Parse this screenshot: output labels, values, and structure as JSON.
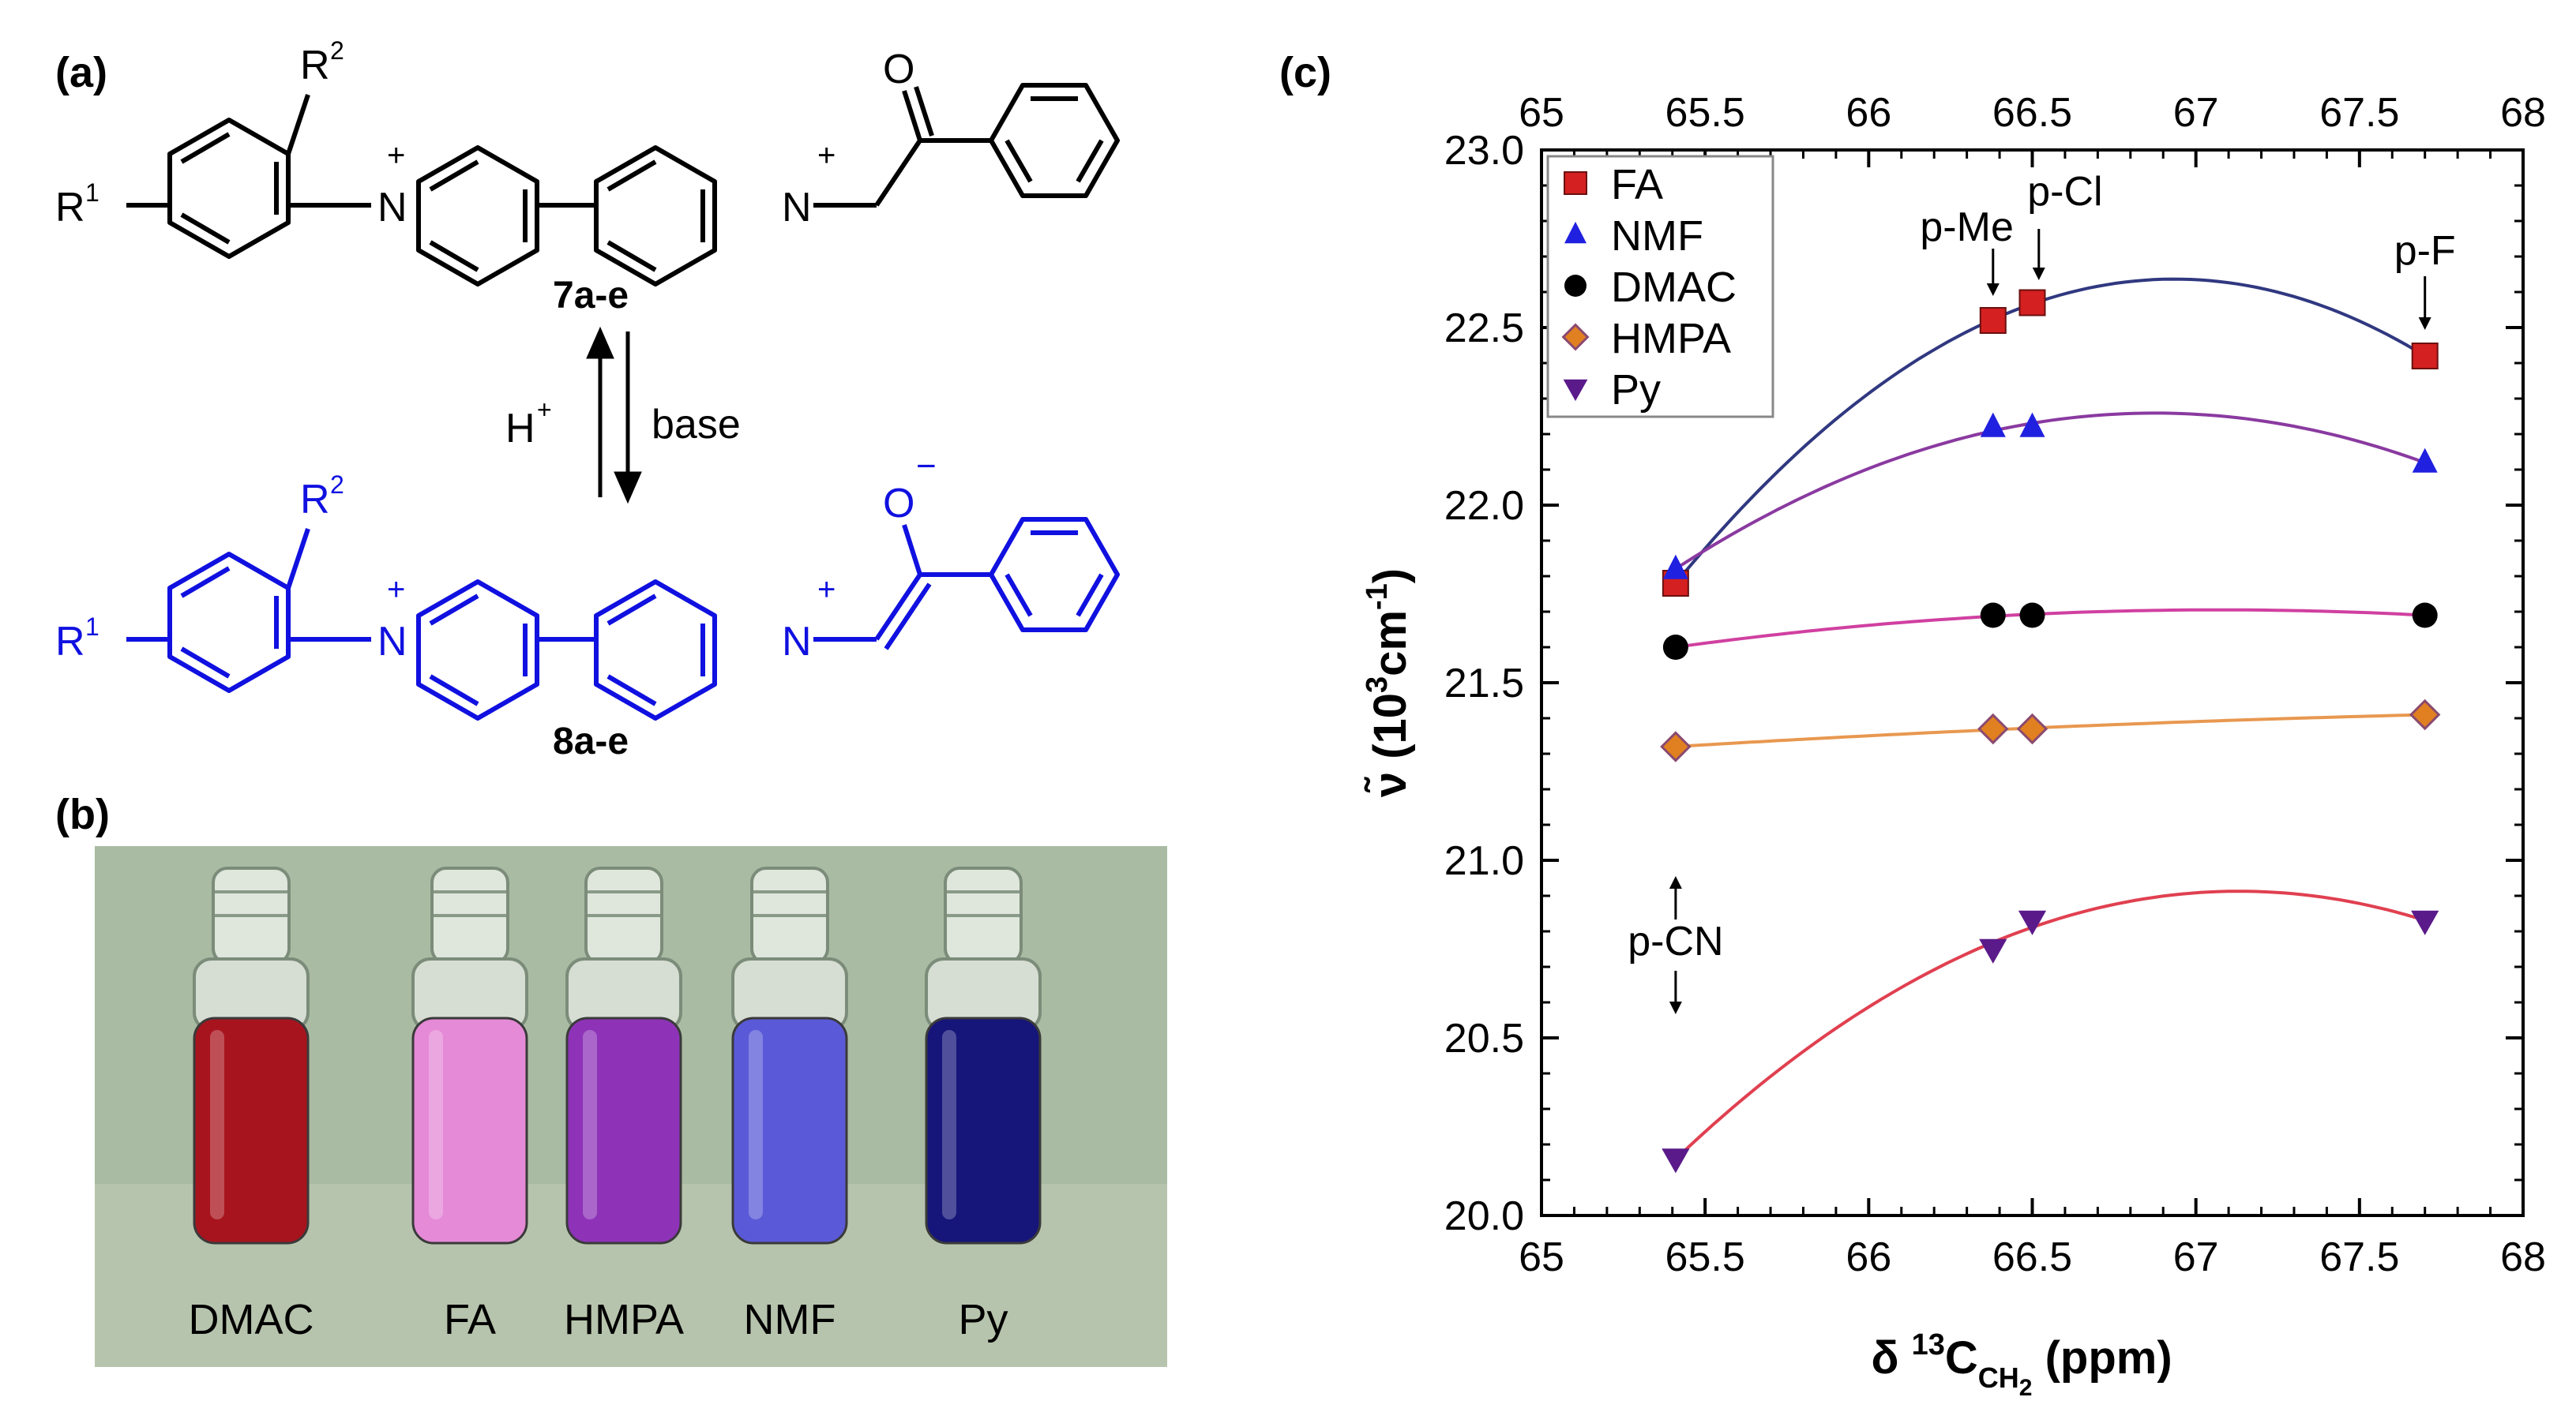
{
  "panel_a": {
    "label": "(a)",
    "top": {
      "r1": "R",
      "r1_sup": "1",
      "r2": "R",
      "r2_sup": "2",
      "n1": "N",
      "n1_charge": "+",
      "n2": "N",
      "n2_charge": "+",
      "oxygen": "O",
      "compound": "7a-e"
    },
    "arrows": {
      "up_label": "H",
      "up_label_sup": "+",
      "down_label": "base"
    },
    "bottom": {
      "r1": "R",
      "r1_sup": "1",
      "r2": "R",
      "r2_sup": "2",
      "n1": "N",
      "n1_charge": "+",
      "n2": "N",
      "n2_charge": "+",
      "oxygen": "O",
      "o_charge": "−",
      "compound": "8a-e"
    },
    "colors": {
      "top": "#000000",
      "bottom": "#1010e0"
    }
  },
  "panel_b": {
    "label": "(b)",
    "vials": [
      {
        "label": "DMAC",
        "color": "#a8141e"
      },
      {
        "label": "FA",
        "color": "#e58ad6"
      },
      {
        "label": "HMPA",
        "color": "#8e33b8"
      },
      {
        "label": "NMF",
        "color": "#5a5ad8"
      },
      {
        "label": "Py",
        "color": "#16157a"
      }
    ]
  },
  "panel_c": {
    "label": "(c)",
    "annotations": [
      "p-Me",
      "p-Cl",
      "p-F",
      "p-CN"
    ]
  },
  "chart_data": {
    "type": "scatter",
    "title": "",
    "xlabel": "δ",
    "xlabel_sup": "13",
    "xlabel_c": "C",
    "xlabel_sub": "CH",
    "xlabel_sub2": "2",
    "xlabel_unit": "(ppm)",
    "ylabel": "ν̃",
    "ylabel_unit": "(10",
    "ylabel_sup": "3",
    "ylabel_unit2": "cm",
    "ylabel_sup2": "-1",
    "ylabel_close": ")",
    "xlim": [
      65,
      68
    ],
    "ylim": [
      20.0,
      23.0
    ],
    "x_ticks": [
      "65",
      "65.5",
      "66",
      "66.5",
      "67",
      "67.5",
      "68"
    ],
    "y_ticks": [
      "20.0",
      "20.5",
      "21.0",
      "21.5",
      "22.0",
      "22.5",
      "23.0"
    ],
    "grid": false,
    "legend_position": "top-left",
    "series": [
      {
        "name": "FA",
        "marker": "square",
        "color": "#d42020",
        "curve_color": "#303880",
        "x": [
          65.41,
          66.38,
          66.5,
          67.7
        ],
        "y": [
          21.78,
          22.52,
          22.57,
          22.42
        ]
      },
      {
        "name": "NMF",
        "marker": "triangle-up",
        "color": "#2020e0",
        "curve_color": "#8a3aa0",
        "x": [
          65.41,
          66.38,
          66.5,
          67.7
        ],
        "y": [
          21.82,
          22.22,
          22.22,
          22.12
        ]
      },
      {
        "name": "DMAC",
        "marker": "circle",
        "color": "#000000",
        "curve_color": "#d040a0",
        "x": [
          65.41,
          66.38,
          66.5,
          67.7
        ],
        "y": [
          21.6,
          21.69,
          21.69,
          21.69
        ]
      },
      {
        "name": "HMPA",
        "marker": "diamond",
        "color": "#e08020",
        "curve_color": "#e89850",
        "x": [
          65.41,
          66.38,
          66.5,
          67.7
        ],
        "y": [
          21.32,
          21.37,
          21.37,
          21.41
        ]
      },
      {
        "name": "Py",
        "marker": "triangle-down",
        "color": "#5a1a8a",
        "curve_color": "#e04050",
        "x": [
          65.41,
          66.38,
          66.5,
          67.7
        ],
        "y": [
          20.16,
          20.75,
          20.83,
          20.83
        ]
      }
    ]
  }
}
